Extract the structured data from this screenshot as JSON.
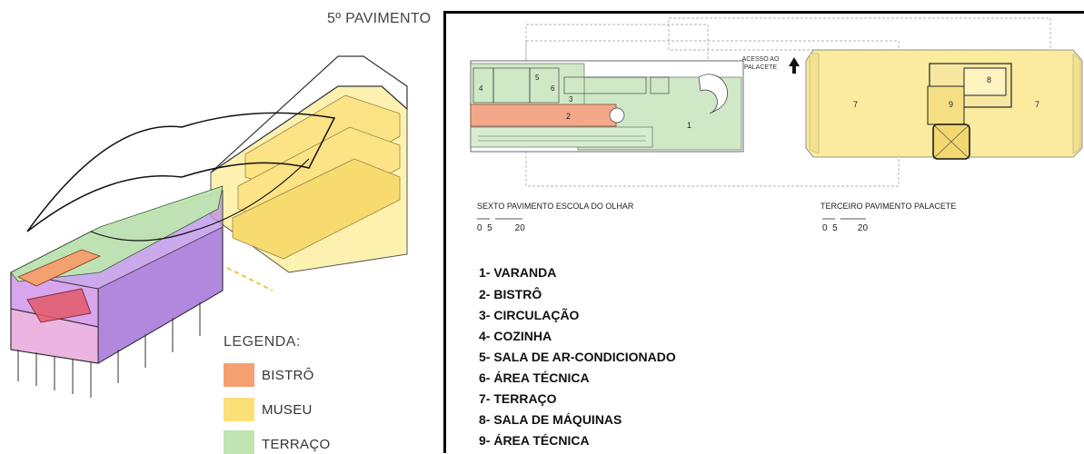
{
  "page_title": "5º PAVIMENTO",
  "legend": {
    "title": "LEGENDA:",
    "items": [
      {
        "label": "BISTRÔ",
        "color": "#f4a070"
      },
      {
        "label": "MUSEU",
        "color": "#fbe07a"
      },
      {
        "label": "TERRAÇO",
        "color": "#bfe6b2"
      }
    ]
  },
  "plans": {
    "left_caption": "SEXTO  PAVIMENTO ESCOLA DO OLHAR",
    "right_caption": "TERCEIRO PAVIMENTO PALACETE",
    "scale_left": "0  5         20",
    "scale_right": "0  5        20",
    "access_label": "ACESSO AO\nPALACETE",
    "room_numbers": [
      "1",
      "2",
      "3",
      "4",
      "5",
      "6",
      "7",
      "7",
      "8",
      "9"
    ]
  },
  "rooms": [
    "1- VARANDA",
    "2- BISTRÔ",
    "3- CIRCULAÇÃO",
    "4-  COZINHA",
    "5- SALA DE AR-CONDICIONADO",
    "6- ÁREA TÉCNICA",
    "7- TERRAÇO",
    "8- SALA DE MÁQUINAS",
    "9- ÁREA TÉCNICA"
  ],
  "colors": {
    "bistro": "#f4a070",
    "museu": "#fbe07a",
    "terraco": "#bfe6b2",
    "purple": "#b98ee6",
    "pink": "#f0b6e0"
  }
}
